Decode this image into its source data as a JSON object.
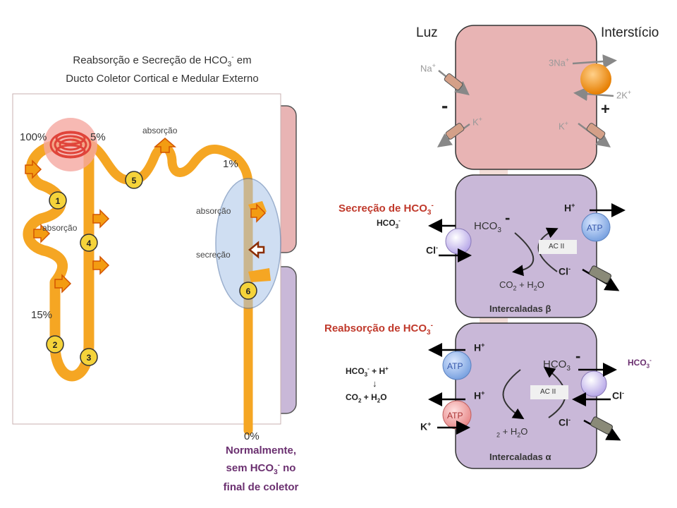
{
  "left": {
    "title_line1": "Reabsorção e Secreção de HCO",
    "title_sub": "3",
    "title_sup": "-",
    "title_line1_end": " em",
    "title_line2": "Ducto Coletor Cortical e Medular Externo",
    "pct_100": "100%",
    "pct_5": "5%",
    "pct_1": "1%",
    "pct_15": "15%",
    "pct_0": "0%",
    "absorcao": "absorção",
    "secrecao": "secreção",
    "segments": [
      "1",
      "2",
      "3",
      "4",
      "5",
      "6"
    ],
    "note_line1": "Normalmente,",
    "note_line2_a": "sem HCO",
    "note_line2_sub": "3",
    "note_line2_sup": "-",
    "note_line2_b": " no",
    "note_line3": "final de coletor"
  },
  "right": {
    "luz": "Luz",
    "intersticio": "Interstício",
    "na": "Na",
    "k": "K",
    "na3": "3Na",
    "k2": "2K",
    "plus_sup": "+",
    "minus": "-",
    "plus": "+",
    "beta": {
      "heading": "Secreção de HCO",
      "heading_sub": "3",
      "heading_sup": "-",
      "hco3": "HCO",
      "sub3": "3",
      "minus": "-",
      "h": "H",
      "cl": "Cl",
      "atp": "ATP",
      "ac": "AC II",
      "co2": "CO",
      "co2_sub": "2",
      "plus_h2o": " + H",
      "h2o_sub": "2",
      "o": "O",
      "label": "Intercaladas β"
    },
    "alpha": {
      "heading": "Reabsorção de HCO",
      "heading_sub": "3",
      "heading_sup": "-",
      "hco3": "HCO",
      "sub3": "3",
      "minus": "-",
      "h": "H",
      "k": "K",
      "cl": "Cl",
      "atp": "ATP",
      "ac": "AC II",
      "eq_line1_a": "HCO",
      "eq_line1_b": " + H",
      "eq_arrow": "↓",
      "eq_line2": "CO",
      "co2_sub": "2",
      "plus_h2o": " + H",
      "h2o_sub": "2",
      "o": "O",
      "label": "Intercaladas α"
    }
  },
  "colors": {
    "tubule": "#f5a623",
    "principal_cell": "#e8b4b4",
    "intercalated_cell": "#c9b8d8",
    "red_label": "#c0392b",
    "purple_label": "#6b3070",
    "pump": "#f39c12",
    "atp_blue": "#8fb3e8",
    "atp_red": "#f2a0a0"
  }
}
